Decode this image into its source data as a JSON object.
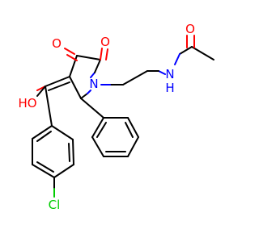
{
  "colors": {
    "carbon": "#000000",
    "oxygen": "#ff0000",
    "nitrogen": "#0000ff",
    "chlorine": "#00cc00",
    "background": "#ffffff"
  },
  "atoms": {
    "o_acetamide": "O",
    "nh_amide": "N",
    "nh_amide_h": "H",
    "n_ring": "N",
    "o_keto_left": "O",
    "o_keto_right": "O",
    "oh_hydroxy": "HO",
    "cl": "Cl"
  }
}
